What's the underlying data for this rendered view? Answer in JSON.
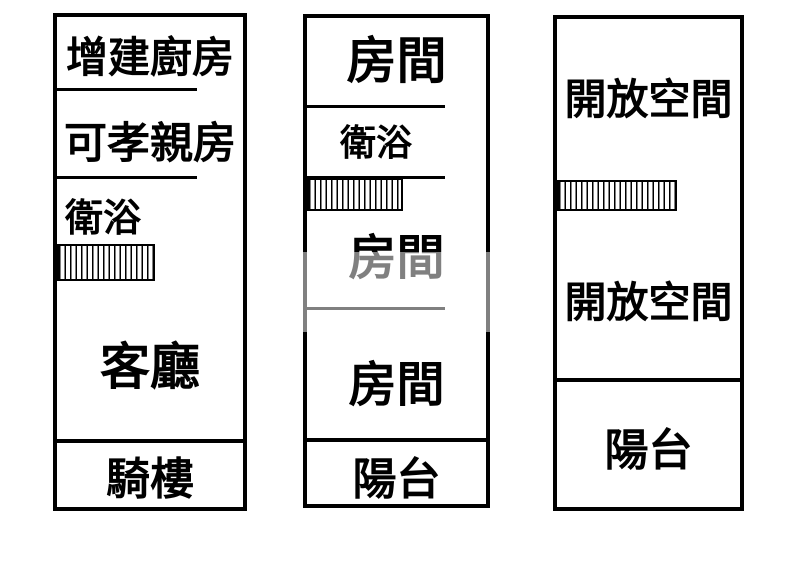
{
  "page": {
    "type": "real-estate-floor-plan",
    "background_color": "#ffffff",
    "line_color": "#000000",
    "watermark_artifact_color": "rgba(255,255,255,0.5)"
  },
  "symbols": {
    "staircase": "hatched-stairs-rectangle"
  },
  "units": [
    {
      "name": "left-unit",
      "rooms": {
        "added_kitchen": "增建廚房",
        "parents_room": "可孝親房",
        "bathroom": "衛浴",
        "living_room": "客廳",
        "arcade": "騎樓"
      }
    },
    {
      "name": "middle-unit",
      "rooms": {
        "room_top": "房間",
        "bathroom": "衛浴",
        "room_middle": "房間",
        "room_lower": "房間",
        "balcony": "陽台"
      }
    },
    {
      "name": "right-unit",
      "rooms": {
        "open_space_top": "開放空間",
        "open_space_lower": "開放空間",
        "balcony": "陽台"
      }
    }
  ]
}
